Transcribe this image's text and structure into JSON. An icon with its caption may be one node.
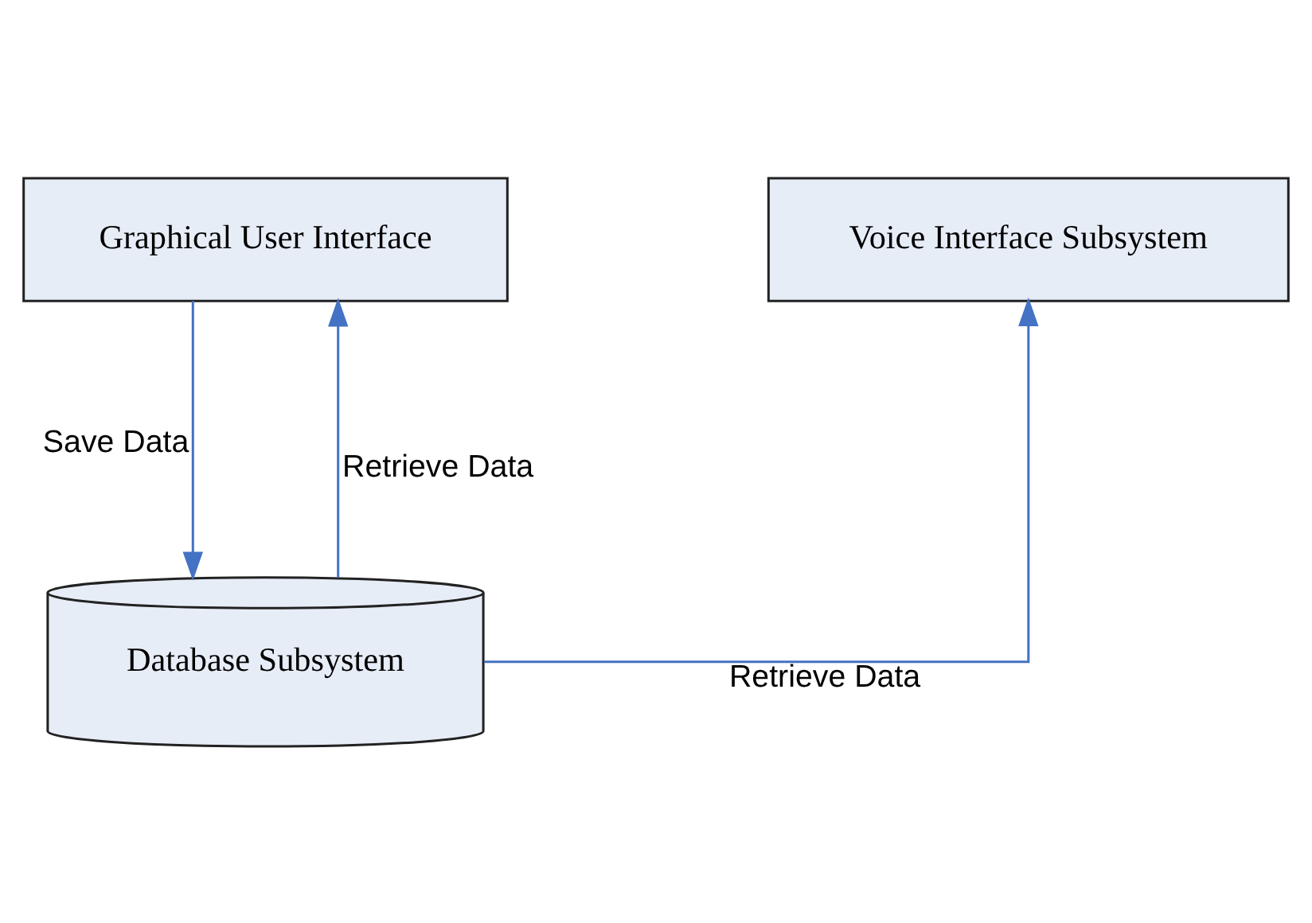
{
  "diagram": {
    "nodes": [
      {
        "text": [
          "Voice Interface Subsystem"
        ]
      },
      {
        "text": [
          "Graphical User Interface"
        ]
      },
      {
        "text": [
          "Database Subsystem"
        ]
      }
    ],
    "edges": [
      {
        "from": 2,
        "to": 0,
        "arrow": "to",
        "label": "Retrieve Data"
      },
      {
        "from": 1,
        "to": 2,
        "arrow": "to",
        "label": "Save Data"
      },
      {
        "from": 2,
        "to": 1,
        "arrow": "to",
        "label": "Retrieve Data"
      }
    ]
  }
}
